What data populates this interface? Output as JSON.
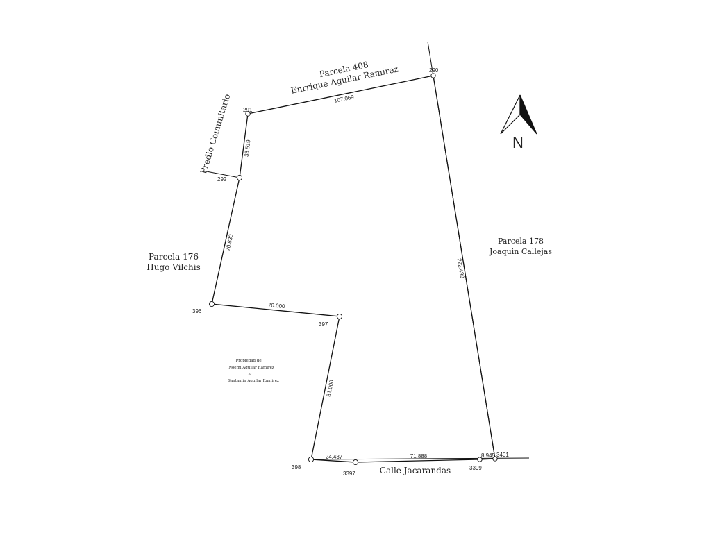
{
  "neighbors": {
    "north_title": "Parcela 408",
    "north_owner": "Enrrique Aguilar Ramirez",
    "west_top": "Predio Comunitario",
    "west_title": "Parcela 176",
    "west_owner": "Hugo Vilchis",
    "east_title": "Parcela 178",
    "east_owner": "Joaquin Callejas",
    "south_street": "Calle Jacarandas"
  },
  "property": {
    "line1": "Propiedad de:",
    "line2": "Noemi Aguilar Ramirez",
    "line3": "&",
    "line4": "Santamin Aguilar Ramirez"
  },
  "north_arrow": {
    "letter": "N",
    "icon": "north-arrow-icon"
  },
  "vertices": {
    "v290": "290",
    "v291": "291",
    "v292": "292",
    "v396": "396",
    "v397": "397",
    "v398": "398",
    "v3397": "3397",
    "v3399": "3399",
    "v3401": "3401"
  },
  "distances": {
    "d291_290": "107.069",
    "d291_292": "33.519",
    "d292_396": "70.833",
    "d396_397": "70.000",
    "d397_398": "81.000",
    "d398_3397": "24.437",
    "d3397_3399": "71.888",
    "d3399_3401": "8.945",
    "d3401_290": "222.439"
  }
}
